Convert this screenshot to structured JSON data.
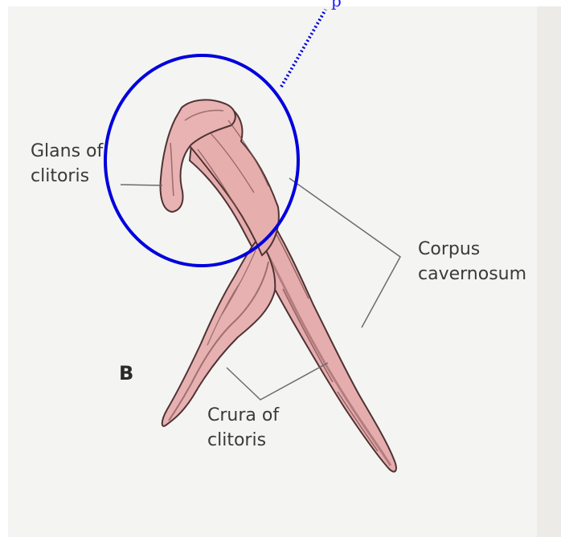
{
  "figure": {
    "panel_letter": "B",
    "labels": {
      "glans_line1": "Glans of",
      "glans_line2": "clitoris",
      "corpus_line1": "Corpus",
      "corpus_line2": "cavernosum",
      "crura_line1": "Crura of",
      "crura_line2": "clitoris"
    }
  },
  "annotation": {
    "caption_fragment": "p",
    "circle_color": "#0000dd",
    "leader_style": "dotted"
  },
  "colors": {
    "paper": "#f5f5f3",
    "tissue": "#e7b0b0",
    "tissue_dark": "#b9827f",
    "outline": "#5a3a3a",
    "leader_lines": "#6b6b6b"
  }
}
